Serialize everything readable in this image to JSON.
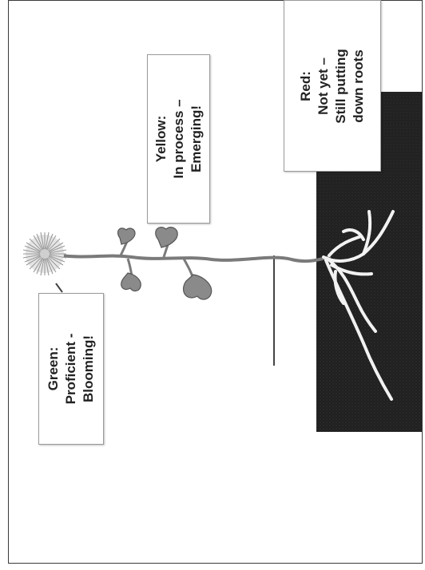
{
  "labels": {
    "green": {
      "line1": "Green:",
      "line2": "Proficient -",
      "line3": "Blooming!"
    },
    "yellow": {
      "line1": "Yellow:",
      "line2": "In process –",
      "line3": "Emerging!"
    },
    "red": {
      "line1": "Red:",
      "line2": "Not yet –",
      "line3": "Still putting",
      "line4": "down roots"
    }
  },
  "colors": {
    "soil": "#1e1e1e",
    "plant": "#7d7d7d",
    "roots": "#ffffff",
    "flower": "#9a9a9a"
  }
}
